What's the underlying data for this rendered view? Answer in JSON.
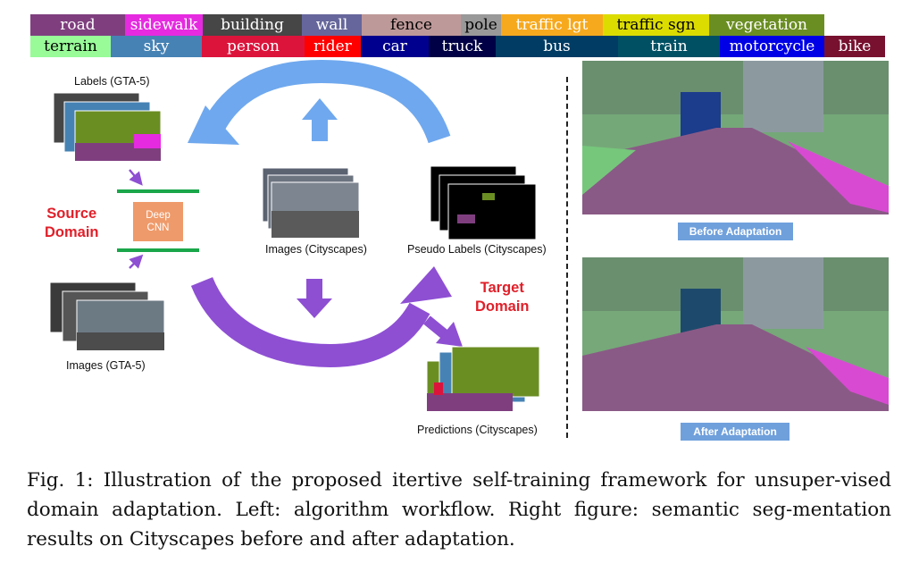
{
  "legend": [
    {
      "label": "road",
      "color": "#7f3f7f"
    },
    {
      "label": "sidewalk",
      "color": "#e52ae0"
    },
    {
      "label": "building",
      "color": "#464646"
    },
    {
      "label": "wall",
      "color": "#66669c"
    },
    {
      "label": "fence",
      "color": "#be9999"
    },
    {
      "label": "pole",
      "color": "#999999"
    },
    {
      "label": "traffic lgt",
      "color": "#f7a91d"
    },
    {
      "label": "traffic sgn",
      "color": "#dcdc00"
    },
    {
      "label": "vegetation",
      "color": "#6b8e23"
    },
    {
      "label": "terrain",
      "color": "#98fb98"
    },
    {
      "label": "sky",
      "color": "#4682b4"
    },
    {
      "label": "person",
      "color": "#dc143c"
    },
    {
      "label": "rider",
      "color": "#ff0000"
    },
    {
      "label": "car",
      "color": "#00008e"
    },
    {
      "label": "truck",
      "color": "#000046"
    },
    {
      "label": "bus",
      "color": "#003c64"
    },
    {
      "label": "train",
      "color": "#005064"
    },
    {
      "label": "motorcycle",
      "color": "#0000e6"
    },
    {
      "label": "bike",
      "color": "#77112f"
    }
  ],
  "workflow": {
    "labels_gta": "Labels (GTA-5)",
    "images_gta": "Images (GTA-5)",
    "images_cityscapes": "Images (Cityscapes)",
    "pseudo_labels": "Pseudo Labels (Cityscapes)",
    "predictions": "Predictions (Cityscapes)",
    "source_domain": [
      "Source",
      "Domain"
    ],
    "target_domain": [
      "Target",
      "Domain"
    ],
    "cnn": [
      "Deep",
      "CNN"
    ]
  },
  "results": {
    "before": "Before Adaptation",
    "after": "After Adaptation"
  },
  "caption": "Fig. 1: Illustration of the proposed itertive self-training framework for unsuper-vised domain adaptation. Left: algorithm workflow. Right figure: semantic seg-mentation results on Cityscapes before and after adaptation.",
  "colors": {
    "blue_arrow": "#6fa8ee",
    "purple_arrow": "#8e4fd3",
    "green_bar": "#1aa64a",
    "badge": "#6fa0dc",
    "domain_text": "#e0202a"
  }
}
